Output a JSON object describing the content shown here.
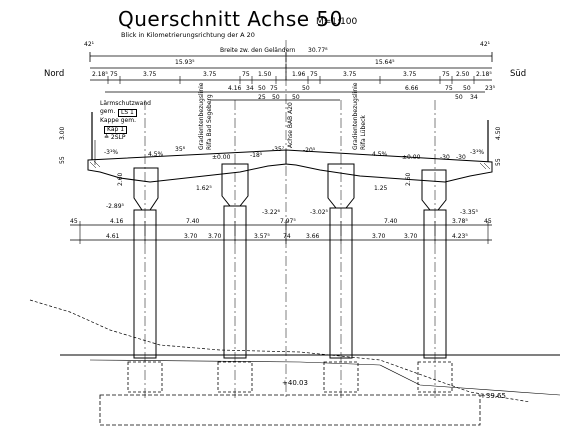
{
  "title": "Querschnitt  Achse  50",
  "scale": "M=1:100",
  "subtitle": "Blick in Kilometrierungsrichtung der A 20",
  "sides": {
    "left": "Nord",
    "right": "Süd"
  },
  "overall": {
    "label": "Breite zw. den Geländern",
    "value": "30.77⁸",
    "left_edge": "42¹",
    "right_edge": "42¹"
  },
  "halves": {
    "left": "15.93⁵",
    "right": "15.64⁵"
  },
  "lane_dims_left": [
    "2.18⁵",
    "75",
    "3.75",
    "3.75",
    "75",
    "1.50"
  ],
  "lane_dims_right": [
    "1.96",
    "75",
    "3.75",
    "3.75",
    "75",
    "2.50",
    "2.18⁵"
  ],
  "sub_dims": [
    "4.16",
    "34",
    "50",
    "75",
    "50",
    "25",
    "50",
    "50",
    "6.66",
    "50",
    "75",
    "50",
    "34",
    "23⁵"
  ],
  "labels": {
    "noise_wall": "Lärmschutzwand",
    "noise_wall_sub": "gem.",
    "ls": "LS 1",
    "kappe": "Kappe  gem.",
    "kap": "Kap 1",
    "kap_sub": "≙ 2SLP",
    "axis1": "Gradientenbezugslinie",
    "axis1_sub": "Rifa  Bad  Segeberg",
    "axis2": "Achse  BAB  A20",
    "axis3": "Gradientenbezugslinie",
    "axis3_sub": "Rifa  Lübeck"
  },
  "slopes": [
    "-3¹%",
    "4.5%",
    "35⁸",
    "±0.00",
    "-18⁵",
    "-35⁷",
    "-20⁵",
    "4.5%",
    "±0.00",
    "-30",
    "-30",
    "-3¹%"
  ],
  "heights": {
    "left_top": "3.00",
    "left_bottom": "55",
    "right_top": "4.50",
    "right_bottom": "55",
    "pier": "2.60",
    "pier_r": "2.60"
  },
  "bearings": [
    "1.62⁵",
    "1.25"
  ],
  "pier_slopes": [
    "-2.89⁵",
    "-3.22⁶",
    "-3.02⁵",
    "-3.35⁵"
  ],
  "lower_dims_a": [
    "45",
    "4.16",
    "7.40",
    "7.97⁵",
    "7.40",
    "3.78⁵",
    "45"
  ],
  "lower_dims_b": [
    "4.61",
    "3.70",
    "3.70",
    "3.57⁵",
    "74",
    "3.66",
    "3.70",
    "3.70",
    "4.23⁵"
  ],
  "elevations": [
    "+40.03",
    "+39.65"
  ]
}
